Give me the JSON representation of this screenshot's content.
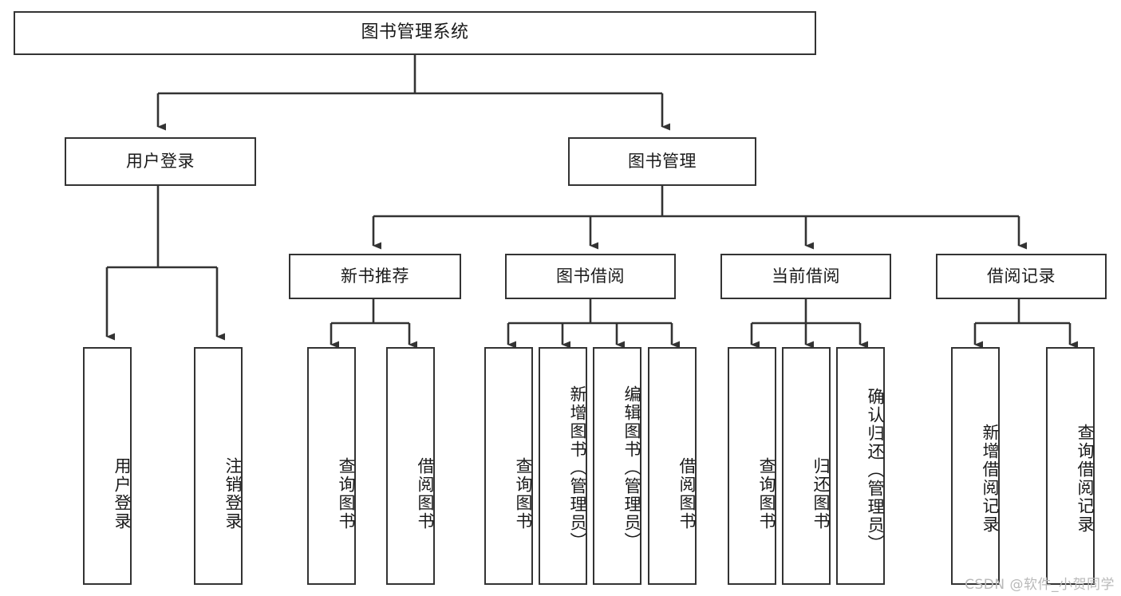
{
  "diagram": {
    "title": "图书管理系统",
    "type": "hierarchy-tree",
    "root": {
      "label": "图书管理系统"
    },
    "level2": [
      {
        "label": "用户登录"
      },
      {
        "label": "图书管理"
      }
    ],
    "level3": [
      {
        "label": "新书推荐"
      },
      {
        "label": "图书借阅"
      },
      {
        "label": "当前借阅"
      },
      {
        "label": "借阅记录"
      }
    ],
    "leaves": {
      "user_login": [
        {
          "label": "用户登录"
        },
        {
          "label": "注销登录"
        }
      ],
      "new_book_recommend": [
        {
          "label": "查询图书"
        },
        {
          "label": "借阅图书"
        }
      ],
      "book_borrow": [
        {
          "label": "查询图书"
        },
        {
          "label": "新增图书（管理员）"
        },
        {
          "label": "编辑图书（管理员）"
        },
        {
          "label": "借阅图书"
        }
      ],
      "current_borrow": [
        {
          "label": "查询图书"
        },
        {
          "label": "归还图书"
        },
        {
          "label": "确认归还（管理员）"
        }
      ],
      "borrow_record": [
        {
          "label": "新增借阅记录"
        },
        {
          "label": "查询借阅记录"
        }
      ]
    }
  },
  "watermark": {
    "text": "CSDN @软件_小贺同学"
  },
  "colors": {
    "box_border": "#333333",
    "box_fill": "#ffffff",
    "connector": "#333333",
    "text": "#1a1a1a",
    "watermark": "#b9b9b9"
  }
}
